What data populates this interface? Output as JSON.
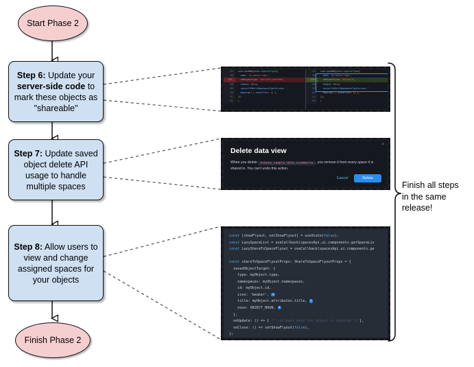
{
  "flow": {
    "start": {
      "label": "Start Phase 2"
    },
    "finish": {
      "label": "Finish Phase 2"
    },
    "steps": [
      {
        "id": "step6",
        "prefix": "Step 6:",
        "text": " Update your ",
        "strong": "server-side code",
        "rest": " to mark these objects as \"shareable\""
      },
      {
        "id": "step7",
        "prefix": "Step 7:",
        "text": " Update saved object delete API usage to handle multiple spaces"
      },
      {
        "id": "step8",
        "prefix": "Step 8:",
        "text": " Allow users to view and change assigned spaces for your objects"
      }
    ],
    "brace_note": "Finish all steps\nin the same\nrelease!"
  },
  "shot_diff": {
    "name": "registerType-diff-screenshot",
    "left": [
      {
        "num": "135",
        "marker": "",
        "kind": "ctx",
        "text": "core.savedObjects.registerType({"
      },
      {
        "num": "136",
        "marker": "",
        "kind": "ctx",
        "text": "  name: 'my-object-type',"
      },
      {
        "num": "137",
        "marker": "-",
        "kind": "del",
        "text": "  namespaceType: 'multiple-isolated',"
      },
      {
        "num": "138",
        "marker": "",
        "kind": "ctx",
        "text": "  hidden: false,"
      },
      {
        "num": "139",
        "marker": "",
        "kind": "ctx",
        "text": "  convertToMultiNamespaceTypeVersion: '"
      },
      {
        "num": "140",
        "marker": "",
        "kind": "ctx",
        "text": "  mappings: { properties: {} },"
      },
      {
        "num": "141",
        "marker": "",
        "kind": "ctx",
        "text": "});"
      },
      {
        "num": "142",
        "marker": "",
        "kind": "ctx",
        "text": "}"
      }
    ],
    "right": [
      {
        "num": "135",
        "marker": "",
        "kind": "ctx",
        "text": "core.savedObjects.registerType({"
      },
      {
        "num": "136",
        "marker": "",
        "kind": "ctx",
        "text": "  name: 'my-object-type',"
      },
      {
        "num": "137",
        "marker": "+",
        "kind": "add",
        "text": "  namespaceType: 'multiple',"
      },
      {
        "num": "138",
        "marker": "",
        "kind": "ctx",
        "text": "  hidden: false,"
      },
      {
        "num": "139",
        "marker": "",
        "kind": "ctx",
        "text": "  convertToMultiNamespaceTypeVersion: '"
      },
      {
        "num": "140",
        "marker": "",
        "kind": "ctx",
        "text": "  mappings: { properties: {} },"
      },
      {
        "num": "141",
        "marker": "",
        "kind": "ctx",
        "text": "});"
      },
      {
        "num": "142",
        "marker": "",
        "kind": "ctx",
        "text": "}"
      }
    ]
  },
  "shot_modal": {
    "name": "delete-data-view-modal-screenshot",
    "title": "Delete data view",
    "body_before": "When you delete ",
    "body_code": "kibana_sample_data_ecommerce",
    "body_after": ", you remove it from every space it is shared in. You can't undo this action.",
    "close_icon": "×",
    "cancel_label": "Cancel",
    "delete_label": "Delete"
  },
  "shot_react": {
    "name": "share-to-space-flyout-code-screenshot",
    "lines": [
      "const [showFlyout, setShowFlyout] = useState(false);",
      "const LazySpaceList = useCallback(spacesApi.ui.components.getSpaceLis",
      "const LazyShareToSpaceFlyout = useCallback(spacesApi.ui.components.ge",
      "",
      "const shareToSpaceFlyoutProps: ShareToSpaceFlyoutProps = {",
      "  savedObjectTarget: {",
      "    type: myObject.type,",
      "    namespaces: myObject.namespaces,",
      "    id: myObject.id,",
      "    icon: 'beaker',",
      "    title: myObject.attributes.title,",
      "    noun: OBJECT_NOUN,",
      "  },",
      "  onUpdate: () => { /* callback when the object is updated */ },",
      "  onClose: () => setShowFlyout(false),",
      "};"
    ],
    "badges": [
      "1",
      "2",
      "3"
    ]
  },
  "colors": {
    "terminator_fill": "#f5cfd0",
    "step_fill": "#cfe0f3",
    "stroke": "#0f0f0f",
    "accent_blue": "#2a8df0"
  }
}
